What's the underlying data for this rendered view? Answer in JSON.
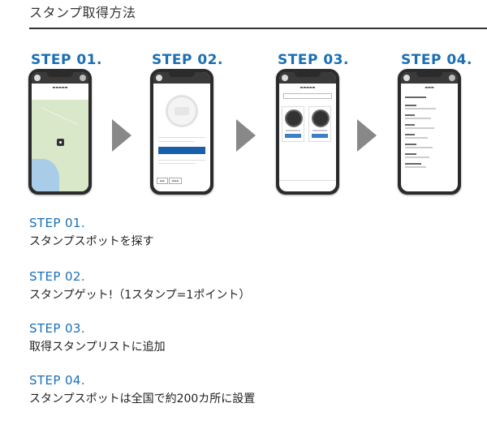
{
  "page": {
    "title": "スタンプ取得方法"
  },
  "steps": [
    {
      "label": "STEP 01.",
      "description": "スタンプスポットを探す"
    },
    {
      "label": "STEP 02.",
      "description": "スタンプゲット!（1スタンプ=1ポイント）"
    },
    {
      "label": "STEP 03.",
      "description": "取得スタンプリストに追加"
    },
    {
      "label": "STEP 04.",
      "description": "スタンプスポットは全国で約200カ所に設置"
    }
  ],
  "colors": {
    "accent": "#1a6fb5",
    "arrow": "#888888",
    "rule": "#333333"
  },
  "icons": {
    "arrow": "chevron-right-icon"
  }
}
